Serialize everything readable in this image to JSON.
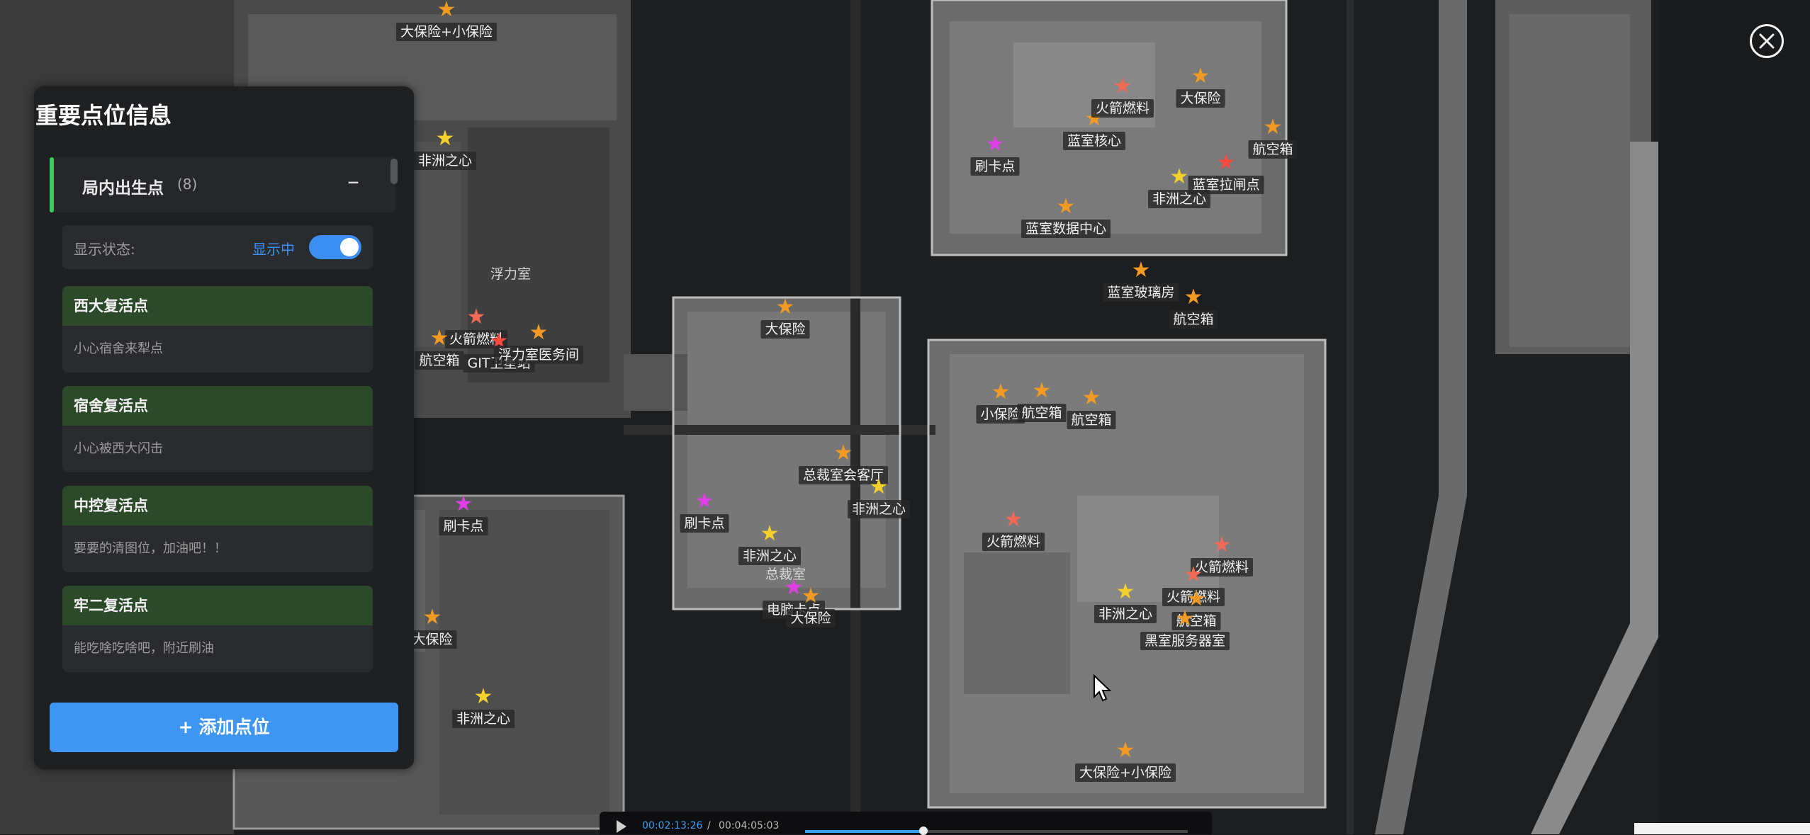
{
  "panel": {
    "title": "重要点位信息",
    "group": {
      "name": "局内出生点",
      "count": "(8)",
      "collapse": "–"
    },
    "status": {
      "label": "显示状态:",
      "value": "显示中",
      "on": true
    },
    "cards": [
      {
        "title": "西大复活点",
        "desc": "小心宿舍来犁点"
      },
      {
        "title": "宿舍复活点",
        "desc": "小心被西大闪击"
      },
      {
        "title": "中控复活点",
        "desc": "要要的清图位，加油吧！！"
      },
      {
        "title": "牢二复活点",
        "desc": "能吃啥吃啥吧，附近刷油"
      }
    ],
    "add_button": {
      "icon": "+",
      "label": "添加点位"
    }
  },
  "close_icon": "close-icon",
  "player": {
    "current": "00:02:13:26",
    "sep": "/",
    "total": "00:04:05:03",
    "progress": 0.31
  },
  "colors": {
    "orange": "#f39a23",
    "yellow": "#f4d02a",
    "red": "#ff4a3d",
    "salmon": "#f26a55",
    "magenta": "#e23ee8",
    "accent": "#3f95f2",
    "green_bar": "#35d05d"
  },
  "room_labels": [
    "浮力室",
    "总裁室"
  ],
  "markers": [
    {
      "label": "大保险+小保险",
      "color": "orange"
    },
    {
      "label": "非洲之心",
      "color": "yellow"
    },
    {
      "label": "火箭燃料",
      "color": "salmon"
    },
    {
      "label": "航空箱",
      "color": "orange"
    },
    {
      "label": "GIT卫星站",
      "color": "red"
    },
    {
      "label": "浮力室医务间",
      "color": "orange"
    },
    {
      "label": "大保险",
      "color": "orange"
    },
    {
      "label": "刷卡点",
      "color": "magenta"
    },
    {
      "label": "刷卡点",
      "color": "magenta"
    },
    {
      "label": "非洲之心",
      "color": "yellow"
    },
    {
      "label": "总裁室会客厅",
      "color": "orange"
    },
    {
      "label": "非洲之心",
      "color": "yellow"
    },
    {
      "label": "电脑卡点",
      "color": "magenta"
    },
    {
      "label": "大保险",
      "color": "orange"
    },
    {
      "label": "大保险",
      "color": "orange"
    },
    {
      "label": "非洲之心",
      "color": "yellow"
    },
    {
      "label": "刷卡点",
      "color": "magenta"
    },
    {
      "label": "火箭燃料",
      "color": "salmon"
    },
    {
      "label": "大保险",
      "color": "orange"
    },
    {
      "label": "蓝室核心",
      "color": "orange"
    },
    {
      "label": "火箭燃料",
      "color": "salmon"
    },
    {
      "label": "航空箱",
      "color": "orange"
    },
    {
      "label": "蓝室拉闸点",
      "color": "red"
    },
    {
      "label": "非洲之心",
      "color": "yellow"
    },
    {
      "label": "蓝室数据中心",
      "color": "orange"
    },
    {
      "label": "蓝室玻璃房",
      "color": "orange"
    },
    {
      "label": "航空箱",
      "color": "orange"
    },
    {
      "label": "小保险",
      "color": "orange"
    },
    {
      "label": "航空箱",
      "color": "orange"
    },
    {
      "label": "航空箱",
      "color": "orange"
    },
    {
      "label": "火箭燃料",
      "color": "salmon"
    },
    {
      "label": "火箭燃料",
      "color": "salmon"
    },
    {
      "label": "航空箱",
      "color": "orange"
    },
    {
      "label": "非洲之心",
      "color": "yellow"
    },
    {
      "label": "黑室服务器室",
      "color": "orange"
    },
    {
      "label": "大保险+小保险",
      "color": "orange"
    }
  ]
}
